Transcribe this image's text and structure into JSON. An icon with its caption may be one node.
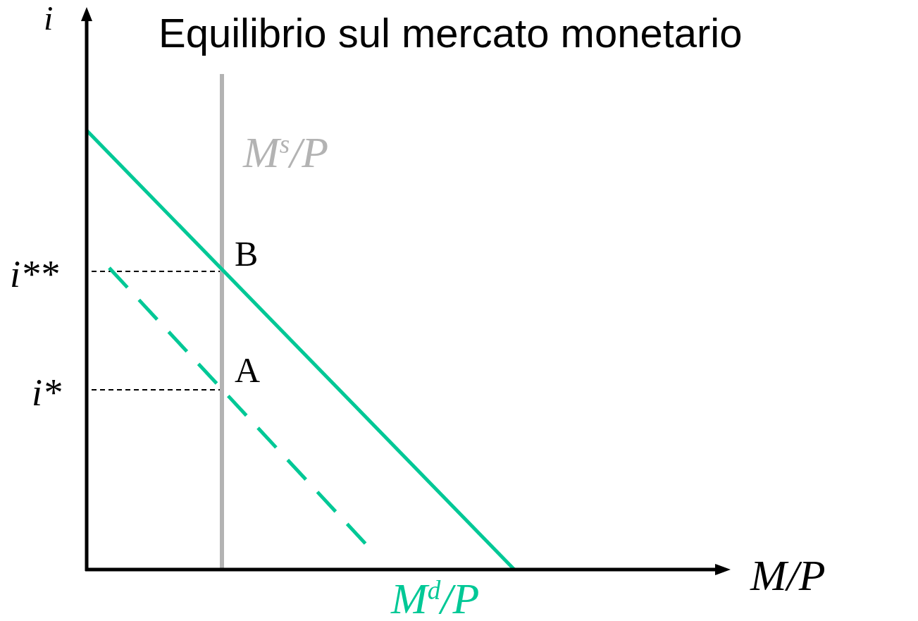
{
  "diagram": {
    "title": "Equilibrio sul mercato monetario",
    "labels": [
      "i",
      "M$^{s}$/P",
      "B",
      "i**",
      "A",
      "i*",
      "M/P",
      "M$^{d}$/P"
    ]
  }
}
